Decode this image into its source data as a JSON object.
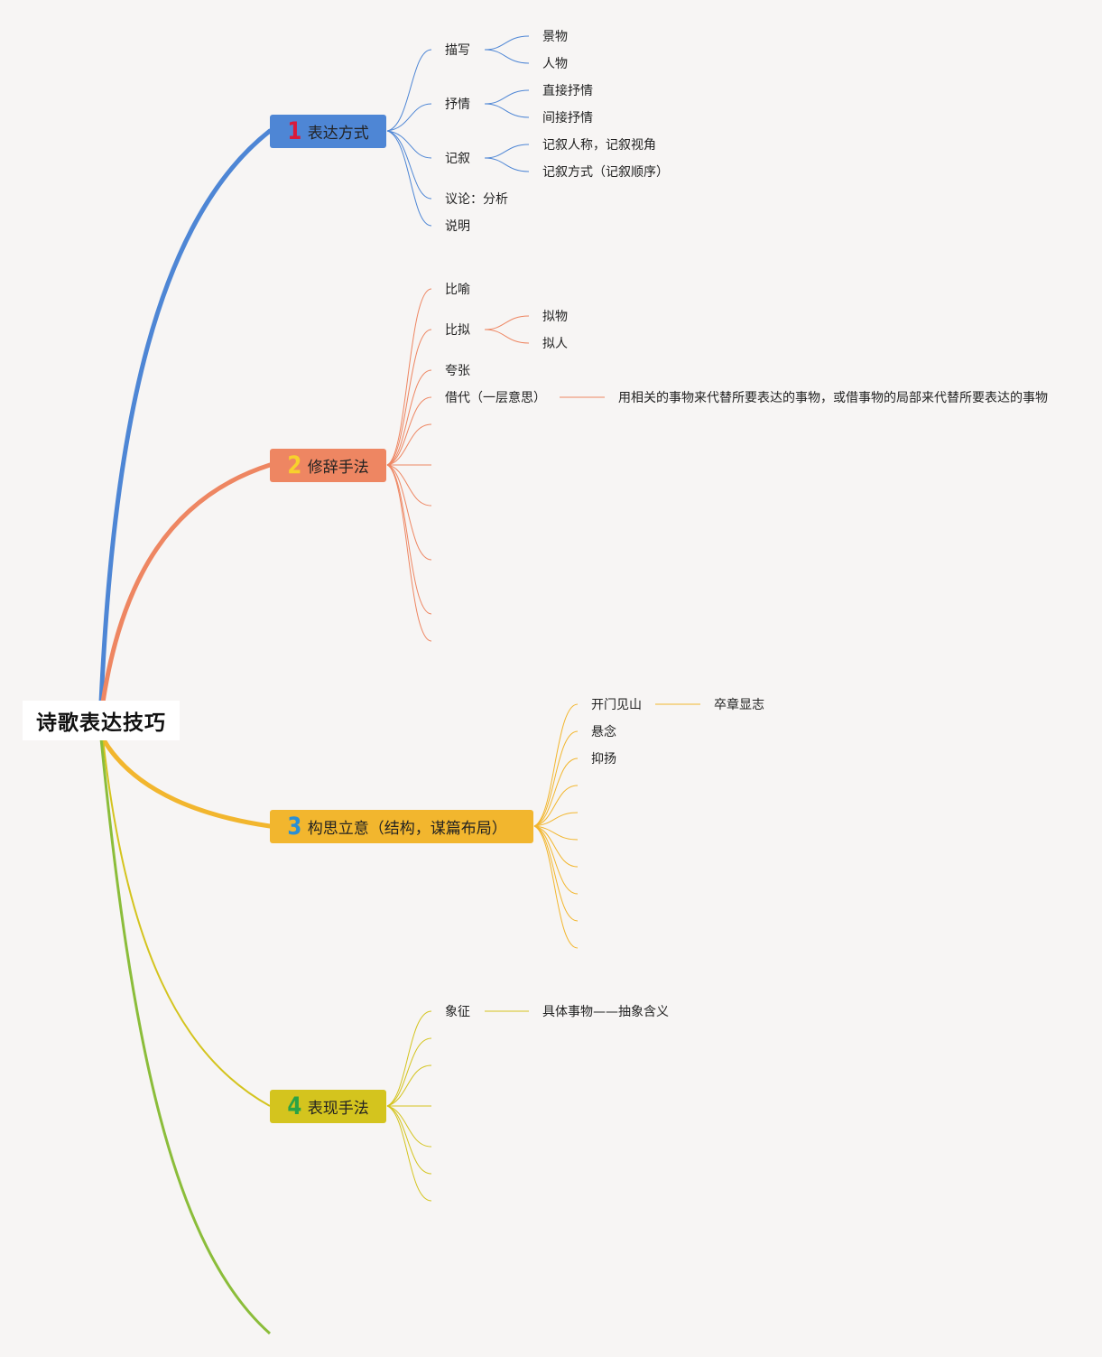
{
  "root": {
    "label": "诗歌表达技巧"
  },
  "branches": [
    {
      "number": "1",
      "label": "表达方式",
      "color": "#4e86d5",
      "children": [
        {
          "label": "描写",
          "children": [
            "景物",
            "人物"
          ]
        },
        {
          "label": "抒情",
          "children": [
            "直接抒情",
            "间接抒情"
          ]
        },
        {
          "label": "记叙",
          "children": [
            "记叙人称，记叙视角",
            "记叙方式（记叙顺序）"
          ]
        },
        {
          "label": "议论：分析"
        },
        {
          "label": "说明"
        }
      ]
    },
    {
      "number": "2",
      "label": "修辞手法",
      "color": "#ee8662",
      "children": [
        {
          "label": "比喻"
        },
        {
          "label": "比拟",
          "children": [
            "拟物",
            "拟人"
          ]
        },
        {
          "label": "夸张"
        },
        {
          "label": "借代（一层意思）",
          "children": [
            "用相关的事物来代替所要表达的事物，或借事物的局部来代替所要表达的事物"
          ]
        }
      ]
    },
    {
      "number": "3",
      "label": "构思立意（结构，谋篇布局）",
      "color": "#f2b62e",
      "children": [
        {
          "label": "开门见山",
          "children": [
            "卒章显志"
          ]
        },
        {
          "label": "悬念"
        },
        {
          "label": "抑扬"
        }
      ]
    },
    {
      "number": "4",
      "label": "表现手法",
      "color": "#d4c41e",
      "children": [
        {
          "label": "象征",
          "children": [
            "具体事物——抽象含义"
          ]
        }
      ]
    }
  ]
}
